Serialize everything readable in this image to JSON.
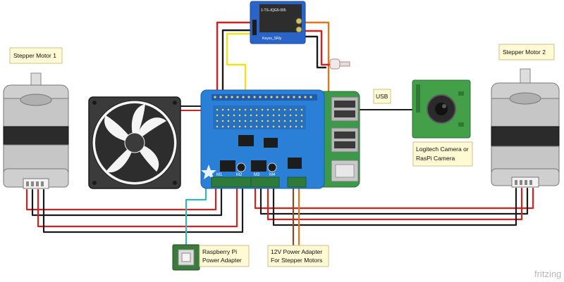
{
  "labels": {
    "stepper_motor_1": "Stepper Motor 1",
    "stepper_motor_2": "Stepper Motor 2",
    "usb": "USB",
    "camera_line1": "Logitech Camera or",
    "camera_line2": "RasPi Camera",
    "pi_power_line1": "Raspberry Pi",
    "pi_power_line2": "Power Adapter",
    "motor_power_line1": "12V Power Adapter",
    "motor_power_line2": "For Stepper Motors",
    "watermark": "fritzing"
  },
  "relay": {
    "model": "1-TS-JQG5-005",
    "brand": "Keyes_SRly"
  },
  "hat": {
    "terminal_labels": [
      "M1",
      "M2",
      "M3",
      "M4"
    ]
  },
  "wire_colors": {
    "red": "#d62020",
    "black": "#1a1a1a",
    "yellow": "#f2e21c",
    "orange": "#e0751c",
    "teal": "#37b6b6",
    "brown": "#8a4a1c"
  },
  "component_colors": {
    "hat_board": "#2a7fd6",
    "pi_board": "#3a9a48",
    "relay_board": "#2a64c8",
    "camera_board": "#44a048",
    "note_background": "#fff9d4",
    "note_border": "#cfc08a"
  }
}
